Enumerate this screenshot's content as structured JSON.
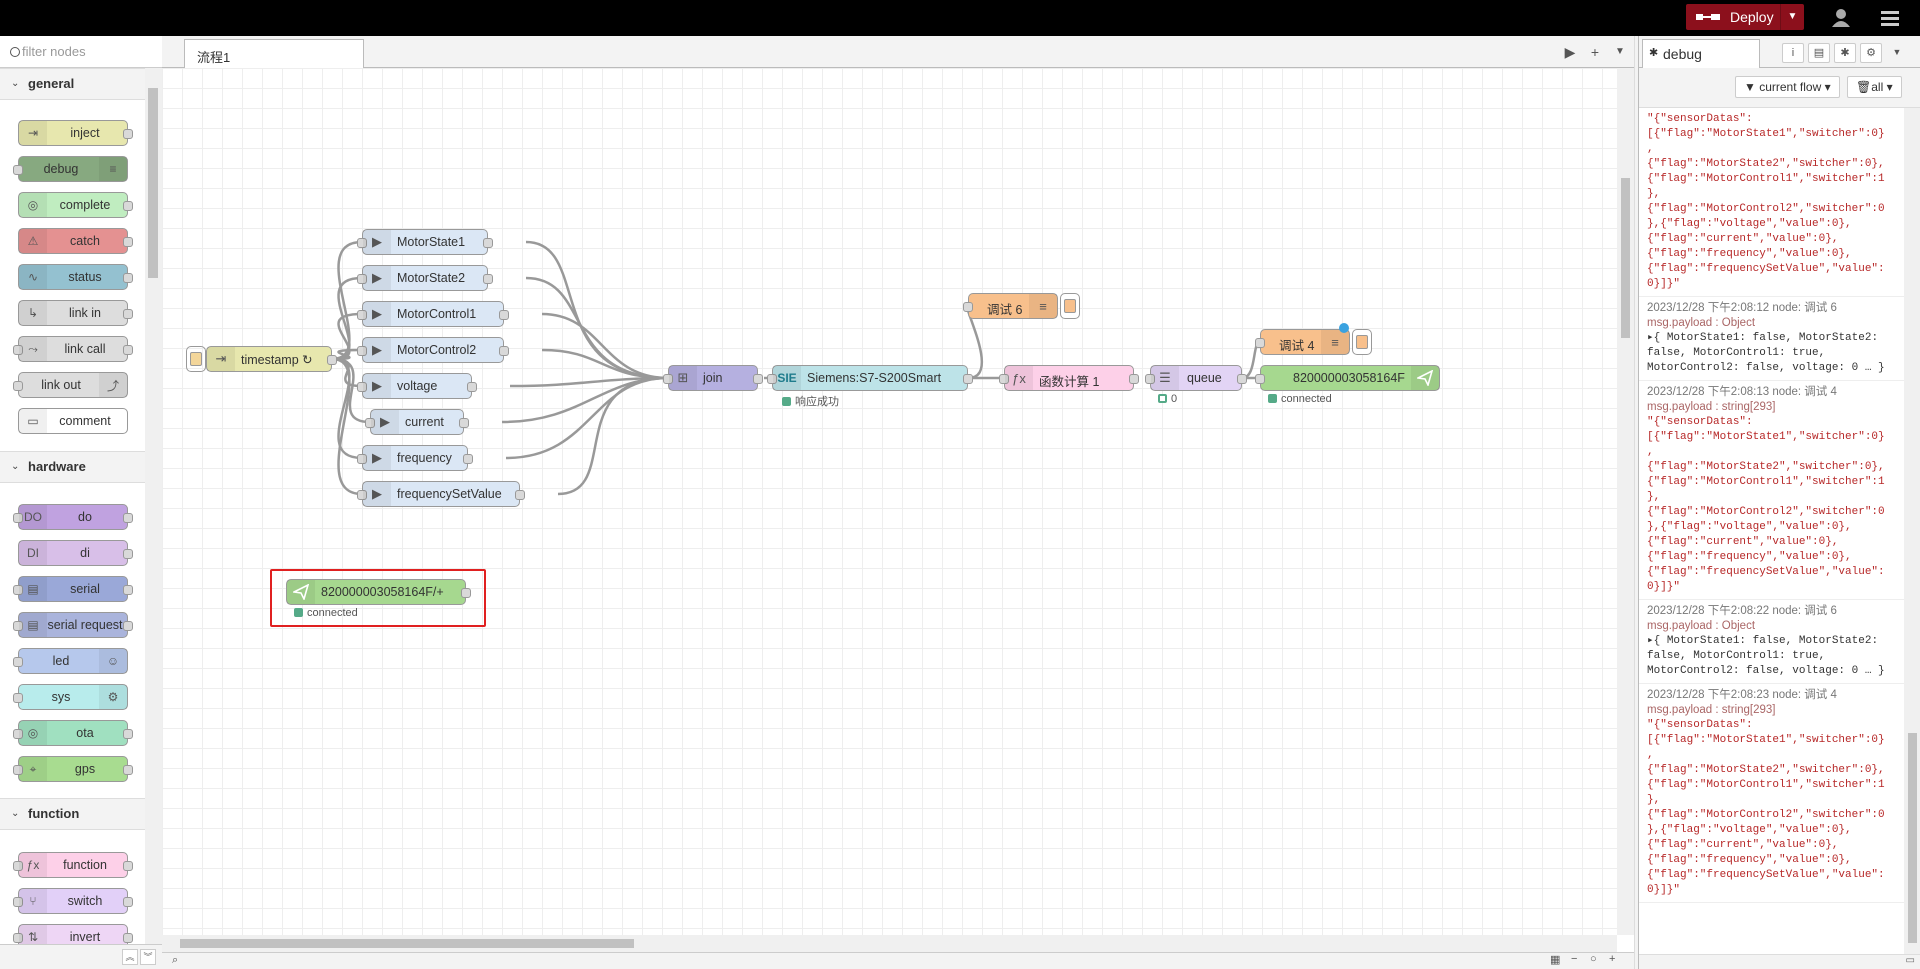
{
  "header": {
    "deploy_label": "Deploy"
  },
  "palette": {
    "filter_placeholder": "filter nodes",
    "categories": [
      {
        "label": "general",
        "nodes": [
          {
            "label": "inject",
            "color": "#e7e7ae",
            "icon": "inject-icon"
          },
          {
            "label": "debug",
            "color": "#87a980",
            "icon": "debug-icon"
          },
          {
            "label": "complete",
            "color": "#c0edc0",
            "icon": "complete-icon"
          },
          {
            "label": "catch",
            "color": "#e49191",
            "icon": "catch-icon"
          },
          {
            "label": "status",
            "color": "#94c1d0",
            "icon": "status-icon"
          },
          {
            "label": "link in",
            "color": "#ddd",
            "icon": "link-in-icon"
          },
          {
            "label": "link call",
            "color": "#ddd",
            "icon": "link-call-icon"
          },
          {
            "label": "link out",
            "color": "#ddd",
            "icon": "link-out-icon"
          },
          {
            "label": "comment",
            "color": "#fff",
            "icon": "comment-icon"
          }
        ]
      },
      {
        "label": "hardware",
        "nodes": [
          {
            "label": "do",
            "icon": "do-icon"
          },
          {
            "label": "di",
            "icon": "di-icon"
          },
          {
            "label": "serial",
            "icon": "serial-icon"
          },
          {
            "label": "serial request",
            "icon": "serial-request-icon"
          },
          {
            "label": "led",
            "icon": "led-icon"
          },
          {
            "label": "sys",
            "icon": "sys-icon"
          },
          {
            "label": "ota",
            "icon": "ota-icon"
          },
          {
            "label": "gps",
            "icon": "gps-icon"
          }
        ]
      },
      {
        "label": "function",
        "nodes": [
          {
            "label": "function",
            "icon": "function-icon"
          },
          {
            "label": "switch",
            "icon": "switch-icon"
          },
          {
            "label": "invert",
            "icon": "invert-icon"
          }
        ]
      }
    ]
  },
  "workspace": {
    "tab_label": "流程1",
    "nodes": {
      "timestamp": "timestamp ↻",
      "ms1": "MotorState1",
      "ms2": "MotorState2",
      "mc1": "MotorControl1",
      "mc2": "MotorControl2",
      "voltage": "voltage",
      "current": "current",
      "frequency": "frequency",
      "fsv": "frequencySetValue",
      "join": "join",
      "siemens": "Siemens:S7-S200Smart",
      "siemens_icon": "SIE",
      "siemens_status": "响应成功",
      "debug6": "调试 6",
      "func": "函数计算 1",
      "queue": "queue",
      "queue_status": "0",
      "debug4": "调试 4",
      "mqtt_out": "820000003058164F",
      "mqtt_out_status": "connected",
      "mqtt_in": "820000003058164F/+",
      "mqtt_in_status": "connected"
    }
  },
  "sidebar": {
    "tab_label": "debug",
    "filter_label": "current flow",
    "clear_label": "all",
    "messages": [
      {
        "type": "string",
        "meta": "",
        "topic": "",
        "body": "\"{\"sensorDatas\":\n[{\"flag\":\"MotorState1\",\"switcher\":0}\n,\n{\"flag\":\"MotorState2\",\"switcher\":0},\n{\"flag\":\"MotorControl1\",\"switcher\":1\n},\n{\"flag\":\"MotorControl2\",\"switcher\":0\n},{\"flag\":\"voltage\",\"value\":0},\n{\"flag\":\"current\",\"value\":0},\n{\"flag\":\"frequency\",\"value\":0},\n{\"flag\":\"frequencySetValue\",\"value\":\n0}]}\""
      },
      {
        "type": "object",
        "meta": "2023/12/28 下午2:08:12   node: 调试 6",
        "topic": "msg.payload : Object",
        "body": "▸{ MotorState1: false, MotorState2:\nfalse, MotorControl1: true,\nMotorControl2: false, voltage: 0 … }"
      },
      {
        "type": "string",
        "meta": "2023/12/28 下午2:08:13   node: 调试 4",
        "topic": "msg.payload : string[293]",
        "body": "\"{\"sensorDatas\":\n[{\"flag\":\"MotorState1\",\"switcher\":0}\n,\n{\"flag\":\"MotorState2\",\"switcher\":0},\n{\"flag\":\"MotorControl1\",\"switcher\":1\n},\n{\"flag\":\"MotorControl2\",\"switcher\":0\n},{\"flag\":\"voltage\",\"value\":0},\n{\"flag\":\"current\",\"value\":0},\n{\"flag\":\"frequency\",\"value\":0},\n{\"flag\":\"frequencySetValue\",\"value\":\n0}]}\""
      },
      {
        "type": "object",
        "meta": "2023/12/28 下午2:08:22   node: 调试 6",
        "topic": "msg.payload : Object",
        "body": "▸{ MotorState1: false, MotorState2:\nfalse, MotorControl1: true,\nMotorControl2: false, voltage: 0 … }"
      },
      {
        "type": "string",
        "meta": "2023/12/28 下午2:08:23   node: 调试 4",
        "topic": "msg.payload : string[293]",
        "body": "\"{\"sensorDatas\":\n[{\"flag\":\"MotorState1\",\"switcher\":0}\n,\n{\"flag\":\"MotorState2\",\"switcher\":0},\n{\"flag\":\"MotorControl1\",\"switcher\":1\n},\n{\"flag\":\"MotorControl2\",\"switcher\":0\n},{\"flag\":\"voltage\",\"value\":0},\n{\"flag\":\"current\",\"value\":0},\n{\"flag\":\"frequency\",\"value\":0},\n{\"flag\":\"frequencySetValue\",\"value\":\n0}]}\""
      }
    ]
  }
}
